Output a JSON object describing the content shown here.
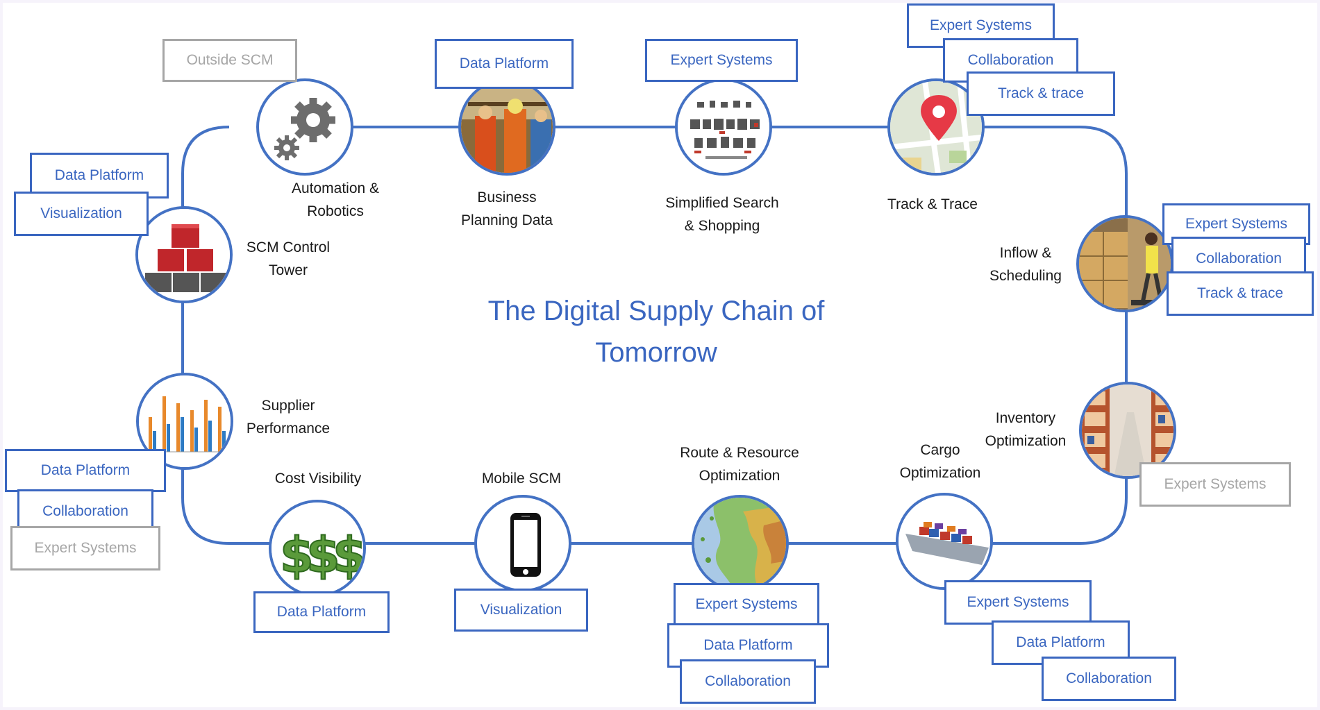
{
  "title": "The Digital Supply Chain of Tomorrow",
  "colors": {
    "accent": "#4472c4",
    "tag_text": "#3a66c0",
    "muted": "#a6a6a6"
  },
  "nodes": [
    {
      "id": "automation",
      "label": [
        "Automation &",
        "Robotics"
      ],
      "icon": "gear-icon",
      "tags": [
        {
          "text": "Outside SCM",
          "style": "grey"
        }
      ]
    },
    {
      "id": "business",
      "label": [
        "Business",
        "Planning Data"
      ],
      "icon": "workers-photo-icon",
      "tags": [
        {
          "text": "Data Platform",
          "style": "blue"
        }
      ]
    },
    {
      "id": "search",
      "label": [
        "Simplified Search",
        "& Shopping"
      ],
      "icon": "products-catalog-icon",
      "tags": [
        {
          "text": "Expert Systems",
          "style": "blue"
        }
      ]
    },
    {
      "id": "tracktrace",
      "label": [
        "Track & Trace"
      ],
      "icon": "map-pin-icon",
      "tags": [
        {
          "text": "Expert Systems",
          "style": "blue"
        },
        {
          "text": "Collaboration",
          "style": "blue"
        },
        {
          "text": "Track & trace",
          "style": "blue"
        }
      ]
    },
    {
      "id": "inflow",
      "label": [
        "Inflow &",
        "Scheduling"
      ],
      "icon": "warehouse-worker-icon",
      "tags": [
        {
          "text": "Expert Systems",
          "style": "blue"
        },
        {
          "text": "Collaboration",
          "style": "blue"
        },
        {
          "text": "Track & trace",
          "style": "blue"
        }
      ]
    },
    {
      "id": "inventory",
      "label": [
        "Inventory",
        "Optimization"
      ],
      "icon": "warehouse-shelves-icon",
      "tags": [
        {
          "text": "Expert Systems",
          "style": "grey"
        }
      ]
    },
    {
      "id": "cargo",
      "label": [
        "Cargo",
        "Optimization"
      ],
      "icon": "cargo-ship-icon",
      "tags": [
        {
          "text": "Expert Systems",
          "style": "blue"
        },
        {
          "text": "Data Platform",
          "style": "blue"
        },
        {
          "text": "Collaboration",
          "style": "blue"
        }
      ]
    },
    {
      "id": "route",
      "label": [
        "Route & Resource",
        "Optimization"
      ],
      "icon": "terrain-map-icon",
      "tags": [
        {
          "text": "Expert Systems",
          "style": "blue"
        },
        {
          "text": "Data Platform",
          "style": "blue"
        },
        {
          "text": "Collaboration",
          "style": "blue"
        }
      ]
    },
    {
      "id": "mobile",
      "label": [
        "Mobile SCM"
      ],
      "icon": "smartphone-icon",
      "tags": [
        {
          "text": "Visualization",
          "style": "blue"
        }
      ]
    },
    {
      "id": "cost",
      "label": [
        "Cost Visibility"
      ],
      "icon": "dollar-signs-icon",
      "tags": [
        {
          "text": "Data Platform",
          "style": "blue"
        }
      ]
    },
    {
      "id": "supplier",
      "label": [
        "Supplier",
        "Performance"
      ],
      "icon": "bar-chart-icon",
      "tags": [
        {
          "text": "Data Platform",
          "style": "blue"
        },
        {
          "text": "Collaboration",
          "style": "blue"
        },
        {
          "text": "Expert Systems",
          "style": "grey"
        }
      ]
    },
    {
      "id": "control",
      "label": [
        "SCM Control",
        "Tower"
      ],
      "icon": "stacked-boxes-icon",
      "tags": [
        {
          "text": "Data Platform",
          "style": "blue"
        },
        {
          "text": "Visualization",
          "style": "blue"
        }
      ]
    }
  ]
}
